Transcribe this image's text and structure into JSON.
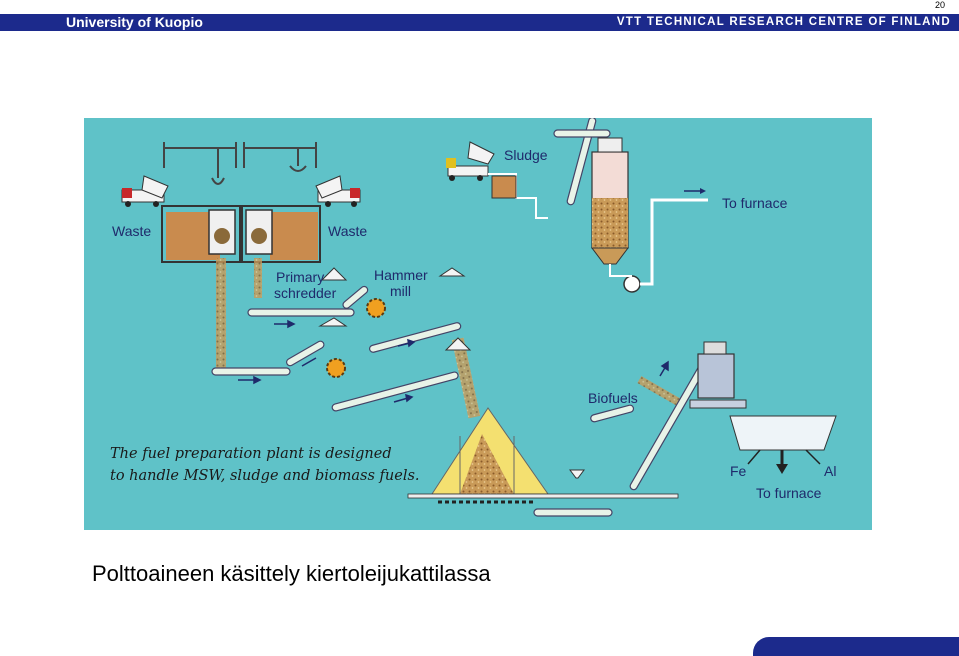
{
  "header": {
    "left_title": "University of Kuopio",
    "right_title": "VTT TECHNICAL RESEARCH CENTRE OF FINLAND",
    "page_number": "20"
  },
  "diagram": {
    "labels": {
      "waste_left": "Waste",
      "waste_right": "Waste",
      "sludge": "Sludge",
      "to_furnace_top": "To furnace",
      "primary_shredder_line1": "Primary",
      "primary_shredder_line2": "schredder",
      "hammer_mill_line1": "Hammer",
      "hammer_mill_line2": "mill",
      "biofuels": "Biofuels",
      "fe": "Fe",
      "al": "Al",
      "to_furnace_bottom": "To furnace"
    },
    "description_line1": "The fuel preparation plant is designed",
    "description_line2": "to handle MSW, sludge and biomass fuels.",
    "colors": {
      "background": "#5fc2c8",
      "conveyor": "#e8f3e8",
      "pile": "#b98a4a",
      "pit": "#c98b4e"
    }
  },
  "caption": "Polttoaineen käsittely kiertoleijukattilassa",
  "colors": {
    "brand": "#1c2a8c"
  }
}
